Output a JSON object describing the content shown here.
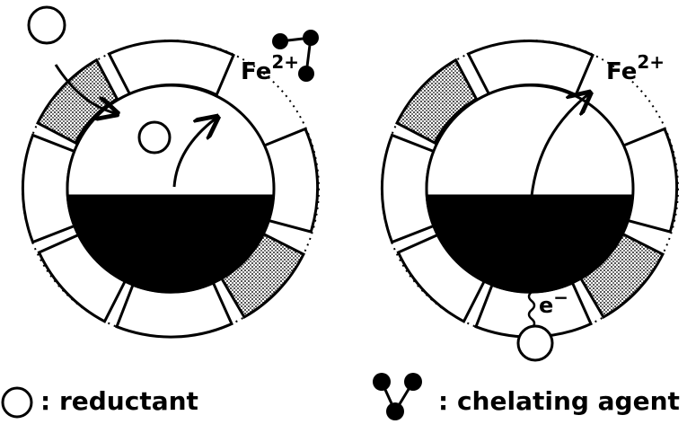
{
  "diagram": {
    "left_panel": {
      "ion_label": "Fe",
      "ion_charge": "2+"
    },
    "right_panel": {
      "ion_label": "Fe",
      "ion_charge": "2+",
      "electron_label": "e",
      "electron_charge": "−"
    }
  },
  "legend": {
    "reductant_label": ": reductant",
    "chelator_label": ": chelating agent"
  },
  "colors": {
    "ink": "#000000",
    "stipple": "#b8b8b8",
    "background": "#ffffff"
  }
}
